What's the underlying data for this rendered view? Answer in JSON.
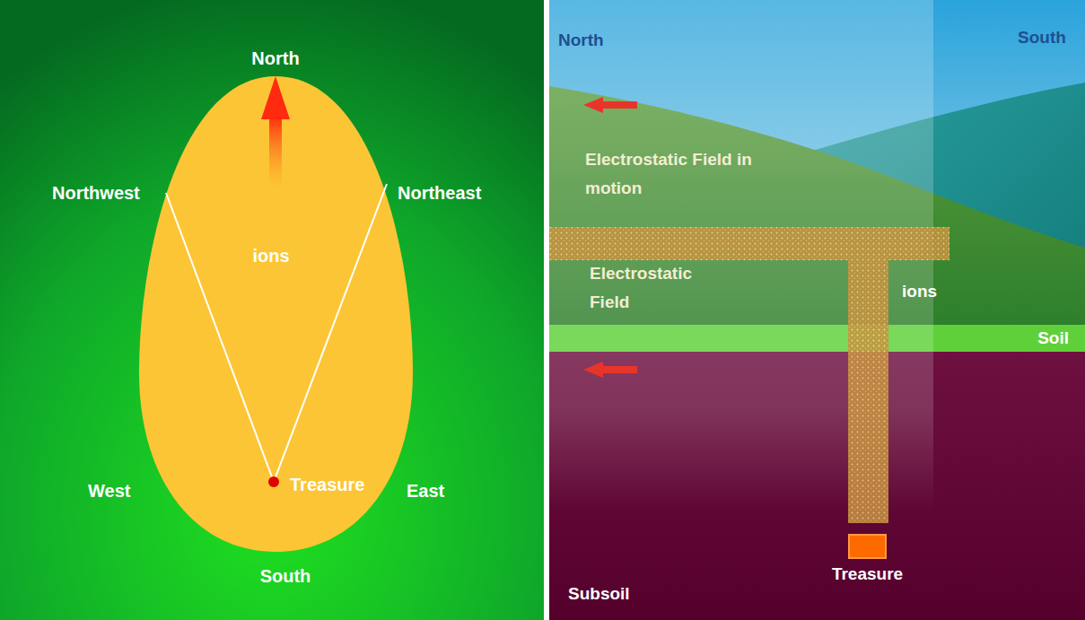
{
  "diagram": {
    "nodes": [
      {
        "text": [
          "ions"
        ]
      },
      {
        "text": [
          "Soil"
        ]
      },
      {
        "text": [
          "Treasure"
        ]
      }
    ],
    "labels": [
      "North",
      "Northwest",
      "Northeast",
      "Treasure",
      "West",
      "East",
      "South",
      "North",
      "South",
      "Electrostatic Field in motion",
      "Electrostatic Field",
      "ions",
      "Subsoil"
    ]
  }
}
